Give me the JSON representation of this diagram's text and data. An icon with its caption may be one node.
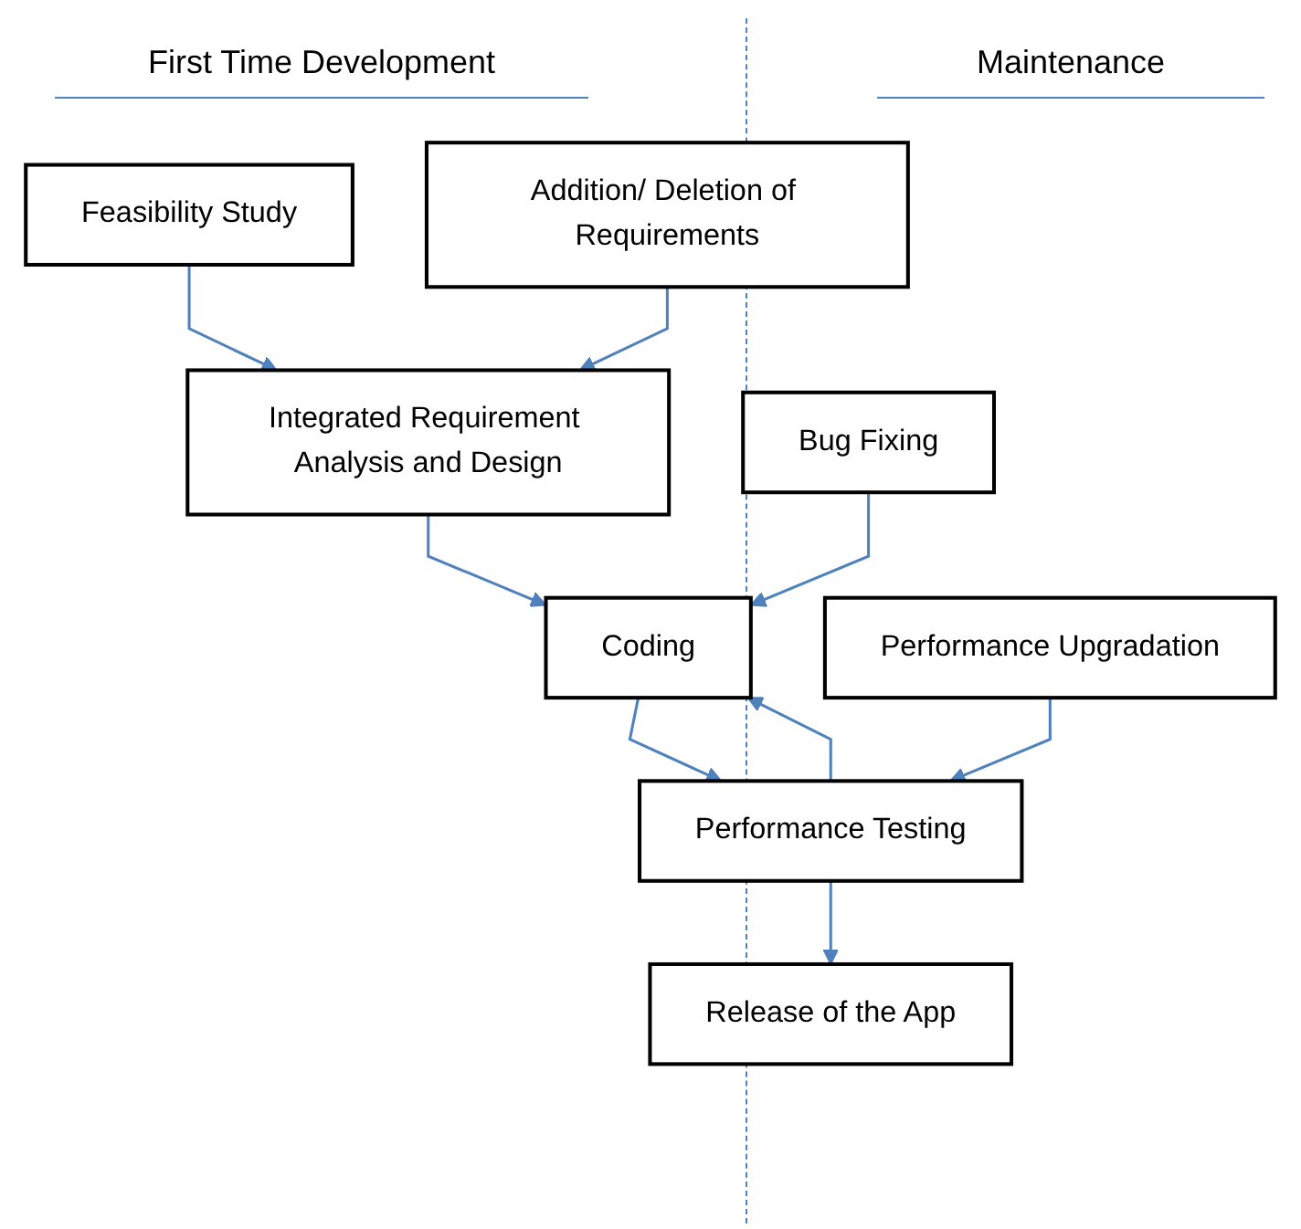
{
  "diagram": {
    "nodes": [
      {
        "text": [
          "Feasibility Study"
        ]
      },
      {
        "text": [
          "Integrated Requirement Analysis and Design"
        ]
      },
      {
        "text": [
          "Addition/ Deletion of Requirements"
        ]
      },
      {
        "text": [
          "Coding"
        ]
      },
      {
        "text": [
          "Bug Fixing"
        ]
      },
      {
        "text": [
          "Performance Testing"
        ]
      },
      {
        "text": [
          "Performance Upgradation"
        ]
      },
      {
        "text": [
          "Release of the App"
        ]
      }
    ],
    "edges": [
      {
        "from": 0,
        "to": 1,
        "arrow": "to"
      },
      {
        "from": 2,
        "to": 1,
        "arrow": "to"
      },
      {
        "from": 1,
        "to": 3,
        "arrow": "to"
      },
      {
        "from": 4,
        "to": 3,
        "arrow": "to"
      },
      {
        "from": 3,
        "to": 5,
        "arrow": "to"
      },
      {
        "from": 5,
        "to": 3,
        "arrow": "to"
      },
      {
        "from": 6,
        "to": 5,
        "arrow": "to"
      },
      {
        "from": 5,
        "to": 7,
        "arrow": "to"
      }
    ],
    "labels": [
      "First Time Development",
      "Maintenance"
    ]
  }
}
